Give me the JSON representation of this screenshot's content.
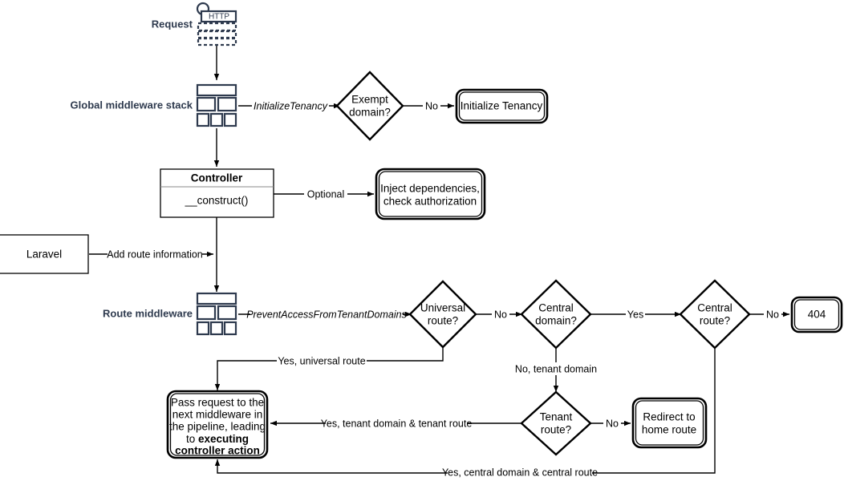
{
  "diagram": {
    "title": "Laravel tenancy request lifecycle flowchart",
    "colors": {
      "icon_navy": "#2E3A4E",
      "stroke": "#000000",
      "background": "#ffffff",
      "divider": "#888888"
    },
    "side_labels": [
      {
        "id": "request",
        "text": "Request"
      },
      {
        "id": "global-middleware-stack",
        "text": "Global middleware stack"
      },
      {
        "id": "route-middleware",
        "text": "Route middleware"
      }
    ],
    "icons": [
      {
        "id": "http-request-icon",
        "name": "http-request-icon",
        "label": "HTTP"
      },
      {
        "id": "global-middleware-stack-icon",
        "name": "middleware-stack-icon"
      },
      {
        "id": "route-middleware-icon",
        "name": "middleware-stack-icon"
      }
    ],
    "nodes": {
      "controller": {
        "header": "Controller",
        "method": "__construct()"
      },
      "exempt_domain": {
        "line1": "Exempt",
        "line2": "domain?"
      },
      "initialize_tenancy": {
        "label": "Initialize Tenancy"
      },
      "inject_dependencies": {
        "line1": "Inject dependencies,",
        "line2": "check authorization"
      },
      "laravel": {
        "label": "Laravel"
      },
      "universal_route": {
        "line1": "Universal",
        "line2": "route?"
      },
      "central_domain": {
        "line1": "Central",
        "line2": "domain?"
      },
      "central_route": {
        "line1": "Central",
        "line2": "route?"
      },
      "not_found": {
        "label": "404"
      },
      "tenant_route": {
        "line1": "Tenant",
        "line2": "route?"
      },
      "redirect_home": {
        "line1": "Redirect to",
        "line2": "home route"
      },
      "pass_request": {
        "line1": "Pass request to the",
        "line2": "next middleware in",
        "line3": "the pipeline, leading",
        "line4": "to ",
        "line4_bold": "executing",
        "line5_bold": "controller action"
      }
    },
    "edge_labels": {
      "initialize_tenancy_mw": "InitializeTenancy",
      "exempt_no": "No",
      "optional": "Optional",
      "add_route_information": "Add route information",
      "prevent_access_mw": "PreventAccessFromTenantDomains",
      "universal_no": "No",
      "central_domain_yes": "Yes",
      "central_route_no": "No",
      "no_tenant_domain": "No, tenant domain",
      "tenant_route_no": "No",
      "yes_universal_route": "Yes, universal route",
      "yes_tenant_domain_tenant_route": "Yes, tenant domain & tenant route",
      "yes_central_domain_central_route": "Yes, central domain & central route"
    }
  }
}
